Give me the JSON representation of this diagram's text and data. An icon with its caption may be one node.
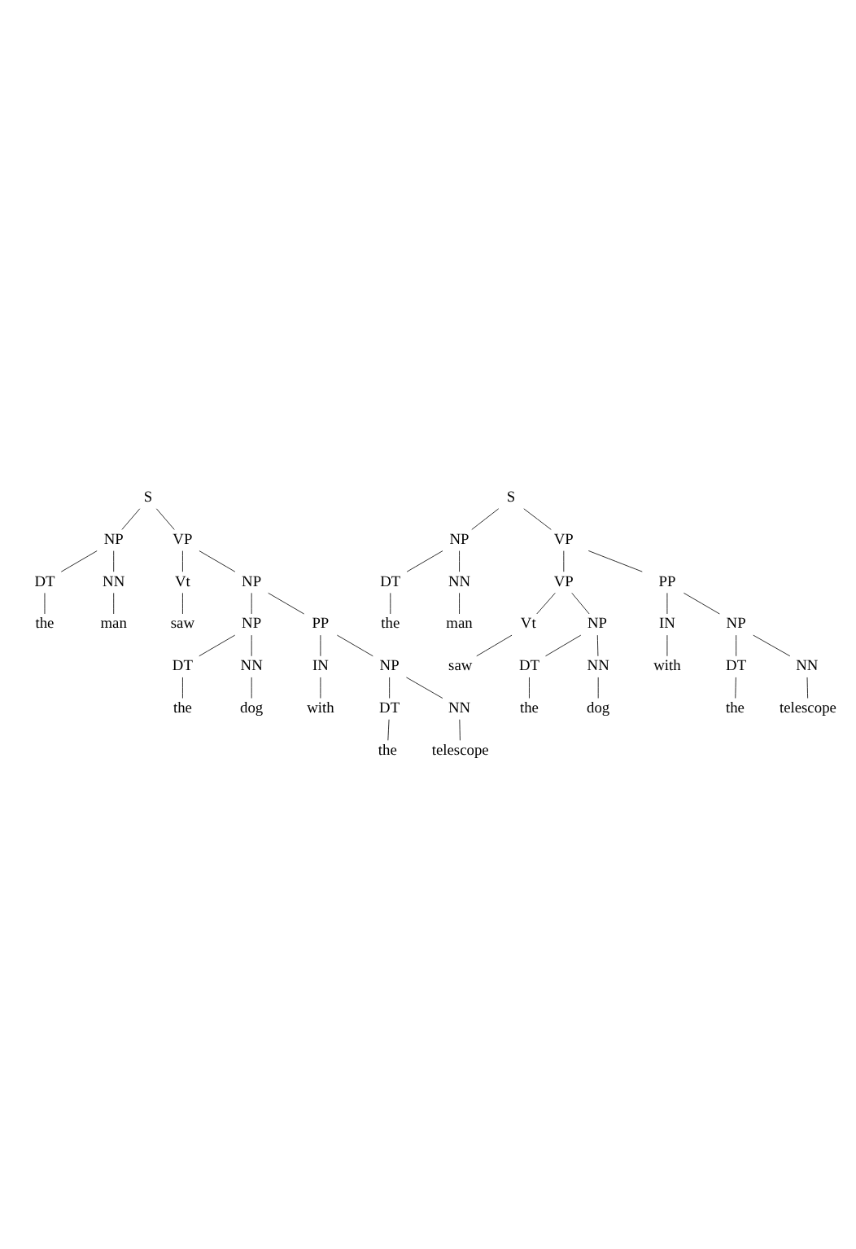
{
  "diagram": {
    "nodes": [
      {
        "text": [
          "S"
        ]
      },
      {
        "text": [
          "NP"
        ]
      },
      {
        "text": [
          "VP"
        ]
      },
      {
        "text": [
          "DT"
        ]
      },
      {
        "text": [
          "NN"
        ]
      },
      {
        "text": [
          "Vt"
        ]
      },
      {
        "text": [
          "NP"
        ]
      },
      {
        "text": [
          "the"
        ]
      },
      {
        "text": [
          "man"
        ]
      },
      {
        "text": [
          "saw"
        ]
      },
      {
        "text": [
          "NP"
        ]
      },
      {
        "text": [
          "PP"
        ]
      },
      {
        "text": [
          "DT"
        ]
      },
      {
        "text": [
          "NN"
        ]
      },
      {
        "text": [
          "IN"
        ]
      },
      {
        "text": [
          "NP"
        ]
      },
      {
        "text": [
          "the"
        ]
      },
      {
        "text": [
          "dog"
        ]
      },
      {
        "text": [
          "with"
        ]
      },
      {
        "text": [
          "DT"
        ]
      },
      {
        "text": [
          "NN"
        ]
      },
      {
        "text": [
          "the"
        ]
      },
      {
        "text": [
          "telescope"
        ]
      },
      {
        "text": [
          "S"
        ]
      },
      {
        "text": [
          "NP"
        ]
      },
      {
        "text": [
          "VP"
        ]
      },
      {
        "text": [
          "DT"
        ]
      },
      {
        "text": [
          "NN"
        ]
      },
      {
        "text": [
          "the"
        ]
      },
      {
        "text": [
          "man"
        ]
      },
      {
        "text": [
          "VP"
        ]
      },
      {
        "text": [
          "PP"
        ]
      },
      {
        "text": [
          "Vt"
        ]
      },
      {
        "text": [
          "NP"
        ]
      },
      {
        "text": [
          "IN"
        ]
      },
      {
        "text": [
          "NP"
        ]
      },
      {
        "text": [
          "saw"
        ]
      },
      {
        "text": [
          "DT"
        ]
      },
      {
        "text": [
          "NN"
        ]
      },
      {
        "text": [
          "with"
        ]
      },
      {
        "text": [
          "DT"
        ]
      },
      {
        "text": [
          "NN"
        ]
      },
      {
        "text": [
          "the"
        ]
      },
      {
        "text": [
          "dog"
        ]
      },
      {
        "text": [
          "the"
        ]
      },
      {
        "text": [
          "telescope"
        ]
      }
    ],
    "edges": [
      {
        "from": 0,
        "to": 1,
        "arrow": "none"
      },
      {
        "from": 0,
        "to": 2,
        "arrow": "none"
      },
      {
        "from": 1,
        "to": 3,
        "arrow": "none"
      },
      {
        "from": 1,
        "to": 4,
        "arrow": "none"
      },
      {
        "from": 3,
        "to": 7,
        "arrow": "none"
      },
      {
        "from": 4,
        "to": 8,
        "arrow": "none"
      },
      {
        "from": 2,
        "to": 5,
        "arrow": "none"
      },
      {
        "from": 2,
        "to": 6,
        "arrow": "none"
      },
      {
        "from": 5,
        "to": 9,
        "arrow": "none"
      },
      {
        "from": 6,
        "to": 10,
        "arrow": "none"
      },
      {
        "from": 6,
        "to": 11,
        "arrow": "none"
      },
      {
        "from": 10,
        "to": 12,
        "arrow": "none"
      },
      {
        "from": 10,
        "to": 13,
        "arrow": "none"
      },
      {
        "from": 11,
        "to": 14,
        "arrow": "none"
      },
      {
        "from": 11,
        "to": 15,
        "arrow": "none"
      },
      {
        "from": 12,
        "to": 16,
        "arrow": "none"
      },
      {
        "from": 13,
        "to": 17,
        "arrow": "none"
      },
      {
        "from": 14,
        "to": 18,
        "arrow": "none"
      },
      {
        "from": 15,
        "to": 19,
        "arrow": "none"
      },
      {
        "from": 15,
        "to": 20,
        "arrow": "none"
      },
      {
        "from": 19,
        "to": 21,
        "arrow": "none"
      },
      {
        "from": 20,
        "to": 22,
        "arrow": "none"
      },
      {
        "from": 23,
        "to": 24,
        "arrow": "none"
      },
      {
        "from": 23,
        "to": 25,
        "arrow": "none"
      },
      {
        "from": 24,
        "to": 26,
        "arrow": "none"
      },
      {
        "from": 24,
        "to": 27,
        "arrow": "none"
      },
      {
        "from": 26,
        "to": 28,
        "arrow": "none"
      },
      {
        "from": 27,
        "to": 29,
        "arrow": "none"
      },
      {
        "from": 25,
        "to": 30,
        "arrow": "none"
      },
      {
        "from": 25,
        "to": 31,
        "arrow": "none"
      },
      {
        "from": 30,
        "to": 32,
        "arrow": "none"
      },
      {
        "from": 30,
        "to": 33,
        "arrow": "none"
      },
      {
        "from": 31,
        "to": 34,
        "arrow": "none"
      },
      {
        "from": 31,
        "to": 35,
        "arrow": "none"
      },
      {
        "from": 32,
        "to": 36,
        "arrow": "none"
      },
      {
        "from": 33,
        "to": 37,
        "arrow": "none"
      },
      {
        "from": 33,
        "to": 38,
        "arrow": "none"
      },
      {
        "from": 34,
        "to": 39,
        "arrow": "none"
      },
      {
        "from": 35,
        "to": 40,
        "arrow": "none"
      },
      {
        "from": 35,
        "to": 41,
        "arrow": "none"
      },
      {
        "from": 37,
        "to": 42,
        "arrow": "none"
      },
      {
        "from": 38,
        "to": 43,
        "arrow": "none"
      },
      {
        "from": 40,
        "to": 44,
        "arrow": "none"
      },
      {
        "from": 41,
        "to": 45,
        "arrow": "none"
      }
    ]
  }
}
